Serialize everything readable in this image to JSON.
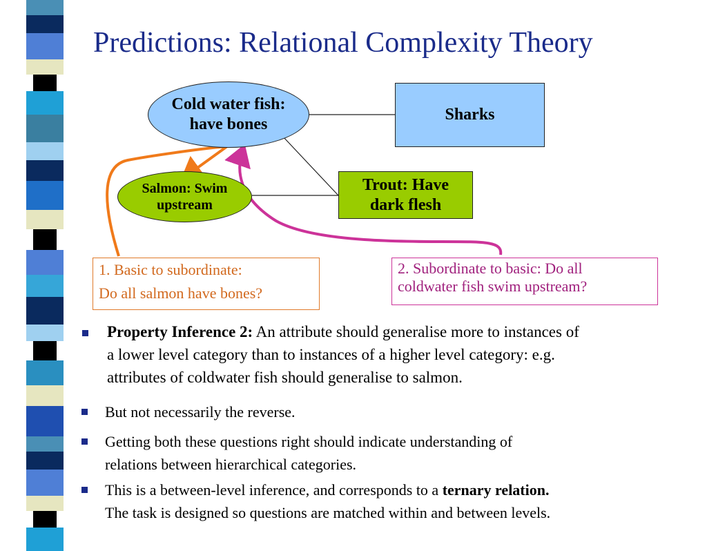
{
  "title": "Predictions: Relational Complexity Theory",
  "colors": {
    "title": "#1a2b8a",
    "basic_node_fill": "#99ccff",
    "subordinate_node_fill": "#99cc00",
    "arrow_orange": "#f07a1a",
    "arrow_magenta": "#cc3399",
    "question1_text": "#d2691e",
    "question2_text": "#a0207d",
    "bullet_marker": "#1a2b8a"
  },
  "diagram": {
    "nodes": {
      "coldwater": [
        "Cold water fish:",
        "have bones"
      ],
      "sharks": [
        "Sharks"
      ],
      "salmon": [
        "Salmon: Swim",
        "upstream"
      ],
      "trout": [
        "Trout: Have",
        "dark flesh"
      ]
    },
    "questions": {
      "q1": [
        "1. Basic to subordinate:",
        "Do all salmon have bones?"
      ],
      "q2": [
        "2. Subordinate to basic:  Do all",
        "coldwater fish swim upstream?"
      ]
    }
  },
  "bullets": [
    {
      "bold": "Property Inference 2:",
      "lines": [
        " An attribute should generalise more to instances of",
        "a lower level category than to instances of a higher level category: e.g.",
        "attributes of coldwater fish should generalise to salmon."
      ]
    },
    {
      "lines": [
        "But not necessarily the reverse."
      ]
    },
    {
      "lines": [
        "Getting both these questions right should indicate understanding of",
        "relations between hierarchical categories."
      ]
    },
    {
      "line1_prefix": "This is a between-level inference, and corresponds to a ",
      "line1_bold": "ternary relation.",
      "lines": [
        "The task is designed so questions are matched within and between levels."
      ]
    }
  ]
}
